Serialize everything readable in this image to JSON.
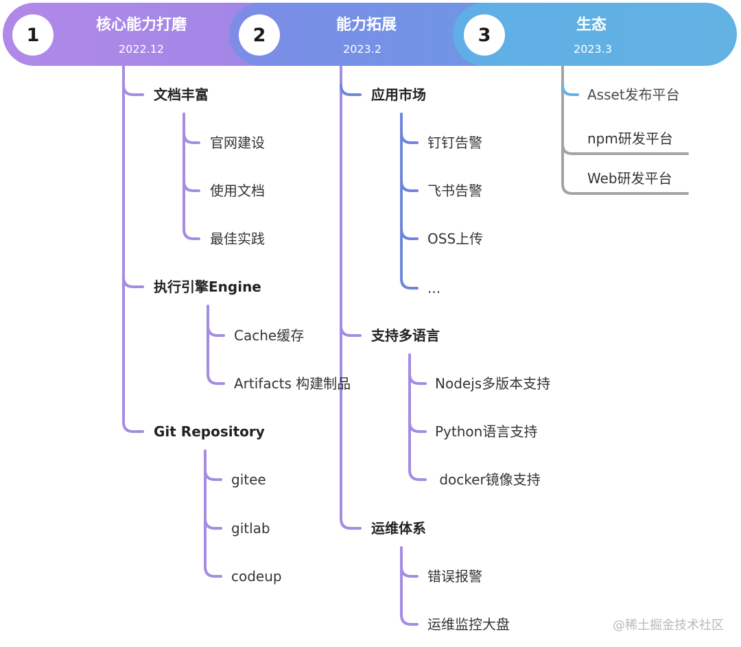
{
  "phases": [
    {
      "number": "1",
      "title": "核心能力打磨",
      "date": "2022.12",
      "color": "#a58ae8",
      "groups": [
        {
          "label": "文档丰富",
          "children": [
            "官网建设",
            "使用文档",
            "最佳实践"
          ]
        },
        {
          "label": "执行引擎Engine",
          "children": [
            "Cache缓存",
            "Artifacts 构建制品"
          ]
        },
        {
          "label": "Git Repository",
          "children": [
            "gitee",
            "gitlab",
            "codeup"
          ]
        }
      ]
    },
    {
      "number": "2",
      "title": "能力拓展",
      "date": "2023.2",
      "color": "#7b8de6",
      "groups": [
        {
          "label": "应用市场",
          "children": [
            "钉钉告警",
            "飞书告警",
            "OSS上传",
            "..."
          ]
        },
        {
          "label": "支持多语言",
          "children": [
            "Nodejs多版本支持",
            "Python语言支持",
            " docker镜像支持"
          ]
        },
        {
          "label": "运维体系",
          "children": [
            "错误报警",
            "运维监控大盘"
          ]
        }
      ]
    },
    {
      "number": "3",
      "title": "生态",
      "date": "2023.3",
      "color": "#62b0e5",
      "items": [
        "Asset发布平台",
        "npm研发平台",
        "Web研发平台"
      ]
    }
  ],
  "line_colors": {
    "phase1": "#a48ce2",
    "phase2_trunk": "#a48ce2",
    "phase2_market": "#6d86d9",
    "phase3": "#a3a3a3",
    "phase3_first": "#62b0e5"
  },
  "watermark": "@稀土掘金技术社区"
}
